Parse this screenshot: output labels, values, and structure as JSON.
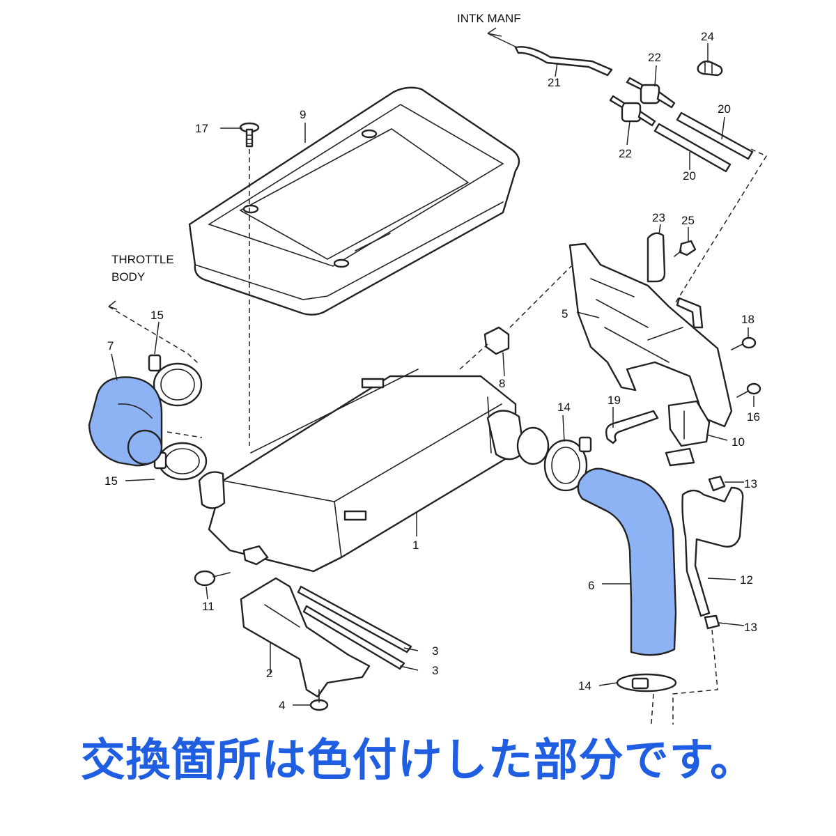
{
  "labels": {
    "intk_manf": "INTK MANF",
    "throttle": "THROTTLE",
    "body": "BODY",
    "p1": "1",
    "p2": "2",
    "p3a": "3",
    "p3b": "3",
    "p4": "4",
    "p5": "5",
    "p6": "6",
    "p7": "7",
    "p8": "8",
    "p9": "9",
    "p10": "10",
    "p11": "11",
    "p12": "12",
    "p13a": "13",
    "p13b": "13",
    "p14a": "14",
    "p14b": "14",
    "p15a": "15",
    "p15b": "15",
    "p16": "16",
    "p17": "17",
    "p18": "18",
    "p19": "19",
    "p20a": "20",
    "p20b": "20",
    "p21": "21",
    "p22a": "22",
    "p22b": "22",
    "p23": "23",
    "p24": "24",
    "p25": "25"
  },
  "colors": {
    "highlight": "#8db3f5",
    "footer_text": "#1f5ee0"
  },
  "footer": "交換箇所は色付けした部分です。"
}
